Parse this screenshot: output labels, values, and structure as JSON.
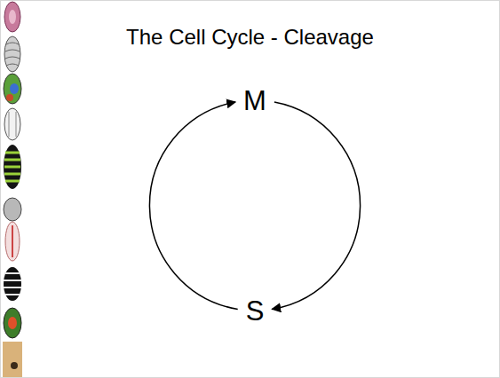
{
  "diagram": {
    "title": "The Cell Cycle - Cleavage",
    "nodes": [
      {
        "text": [
          "M"
        ]
      },
      {
        "text": [
          "S"
        ]
      }
    ],
    "edges": [
      {
        "from": 0,
        "to": 1,
        "arrow": "to"
      },
      {
        "from": 1,
        "to": 0,
        "arrow": "to"
      }
    ]
  }
}
